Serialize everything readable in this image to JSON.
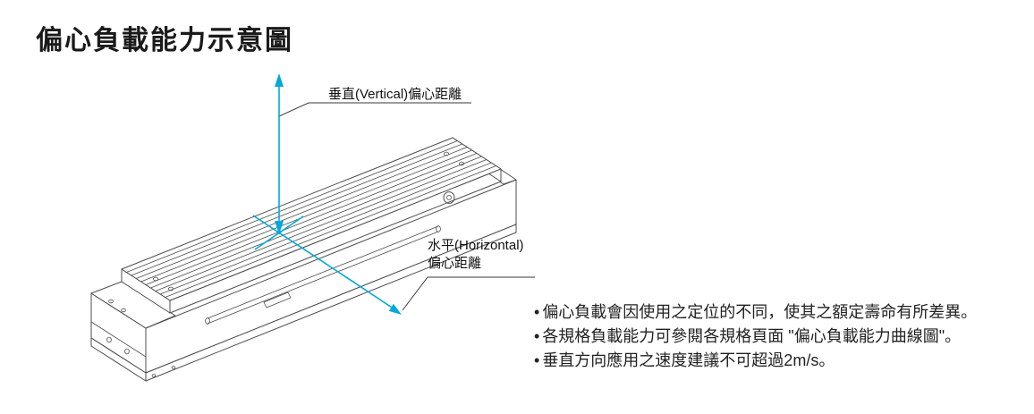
{
  "page": {
    "title": "偏心負載能力示意圖"
  },
  "diagram": {
    "vertical_label": "垂直(Vertical)偏心距離",
    "horizontal_label_line1": "水平(Horizontal)",
    "horizontal_label_line2": "偏心距離",
    "colors": {
      "arrow": "#00a8dc",
      "line": "#4d4d4d",
      "text": "#1a1a1a"
    }
  },
  "notes": {
    "bullet": "•",
    "items": [
      "偏心負載會因使用之定位的不同，使其之額定壽命有所差異。",
      "各規格負載能力可參閱各規格頁面 \"偏心負載能力曲線圖\"。",
      "垂直方向應用之速度建議不可超過2m/s。"
    ]
  }
}
